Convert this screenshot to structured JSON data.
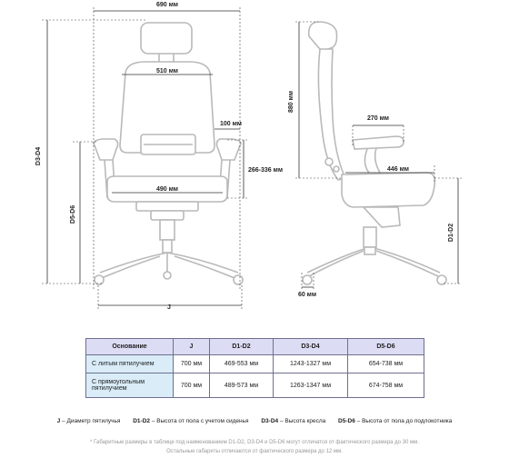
{
  "dimensions": {
    "overall_width": "690 мм",
    "backrest_width": "510 мм",
    "armrest_offset": "100 мм",
    "seat_to_armrest": "266-336 мм",
    "seat_width": "490 мм",
    "d3d4": "D3-D4",
    "d5d6": "D5-D6",
    "j": "J",
    "height": "880 мм",
    "armrest_length": "270 мм",
    "seat_depth": "446 мм",
    "d1d2": "D1-D2",
    "caster": "60 мм"
  },
  "table": {
    "headers": [
      "Основание",
      "J",
      "D1-D2",
      "D3-D4",
      "D5-D6"
    ],
    "rows": [
      {
        "label": "С литым пятилучием",
        "cells": [
          "700 мм",
          "469-553 мм",
          "1243-1327 мм",
          "654-738 мм"
        ]
      },
      {
        "label": "С прямоугольным пятилучием",
        "cells": [
          "700 мм",
          "489-573 мм",
          "1263-1347 мм",
          "674-758 мм"
        ]
      }
    ]
  },
  "legend": [
    {
      "key": "J",
      "text": " – Диаметр пятилучья"
    },
    {
      "key": "D1-D2",
      "text": " – Высота от пола с учетом сиденья"
    },
    {
      "key": "D3-D4",
      "text": " – Высота кресла"
    },
    {
      "key": "D5-D6",
      "text": " – Высота от пола до подлокотника"
    }
  ],
  "notes": [
    "* Габаритные размеры в таблице под наименованием D1-D2, D3-D4 и D5-D6 могут отличатся от фактического размера до 30 мм.",
    "Остальные габариты отличаются от фактического размера до 12 мм."
  ],
  "colors": {
    "table_header": "#dcdcf5",
    "row_label": "#d9ecf8",
    "chair_line": "#b9b9b9"
  }
}
